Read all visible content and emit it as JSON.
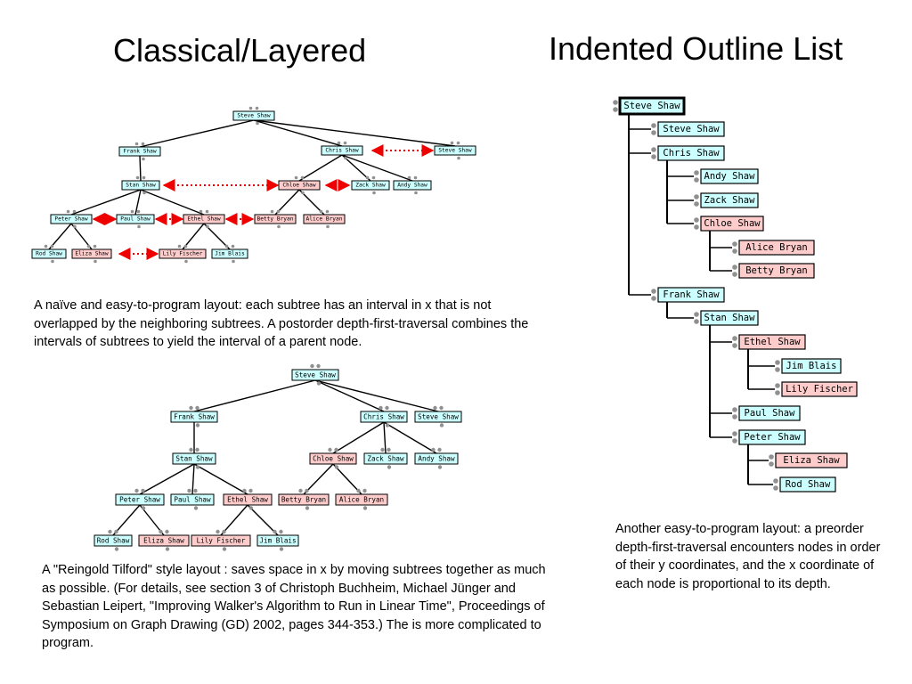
{
  "titles": {
    "left": "Classical/Layered",
    "right": "Indented Outline List"
  },
  "captions": {
    "classical": "A naïve and easy-to-program layout: each subtree has an interval in x that is not overlapped by the neighboring subtrees.  A postorder depth-first-traversal combines the intervals of subtrees to yield the interval of a parent node.",
    "reingold": "A \"Reingold Tilford\" style layout : saves space in x by moving subtrees together as much as possible. (For details, see section 3 of Christoph Buchheim, Michael Jünger and Sebastian Leipert, \"Improving Walker's Algorithm to Run in Linear Time\", Proceedings of Symposium on Graph Drawing (GD) 2002, pages 344-353.)  The is more complicated to program.",
    "outline": "Another easy-to-program layout: a preorder depth-first-traversal encounters nodes in order of their y coordinates, and the x coordinate of each node is proportional to its depth."
  },
  "colors": {
    "male_fill": "#ccffff",
    "female_fill": "#ffcccc",
    "arrow": "#ee0000",
    "line": "#000000",
    "dot": "#909090"
  },
  "trees": {
    "classical": [
      {
        "id": "c_root",
        "label": "Steve Shaw",
        "sex": "m"
      },
      {
        "id": "c_frank",
        "label": "Frank Shaw",
        "sex": "m",
        "parent": "c_root"
      },
      {
        "id": "c_chris",
        "label": "Chris Shaw",
        "sex": "m",
        "parent": "c_root"
      },
      {
        "id": "c_steve2",
        "label": "Steve Shaw",
        "sex": "m",
        "parent": "c_root"
      },
      {
        "id": "c_stan",
        "label": "Stan Shaw",
        "sex": "m",
        "parent": "c_frank"
      },
      {
        "id": "c_chloe",
        "label": "Chloe Shaw",
        "sex": "f",
        "parent": "c_chris"
      },
      {
        "id": "c_zack",
        "label": "Zack Shaw",
        "sex": "m",
        "parent": "c_chris"
      },
      {
        "id": "c_andy",
        "label": "Andy Shaw",
        "sex": "m",
        "parent": "c_chris"
      },
      {
        "id": "c_peter",
        "label": "Peter Shaw",
        "sex": "m",
        "parent": "c_stan"
      },
      {
        "id": "c_paul",
        "label": "Paul Shaw",
        "sex": "m",
        "parent": "c_stan"
      },
      {
        "id": "c_ethel",
        "label": "Ethel Shaw",
        "sex": "f",
        "parent": "c_stan"
      },
      {
        "id": "c_betty",
        "label": "Betty Bryan",
        "sex": "f",
        "parent": "c_chloe"
      },
      {
        "id": "c_alice",
        "label": "Alice Bryan",
        "sex": "f",
        "parent": "c_chloe"
      },
      {
        "id": "c_rod",
        "label": "Rod Shaw",
        "sex": "m",
        "parent": "c_peter"
      },
      {
        "id": "c_eliza",
        "label": "Eliza Shaw",
        "sex": "f",
        "parent": "c_peter"
      },
      {
        "id": "c_lily",
        "label": "Lily Fischer",
        "sex": "f",
        "parent": "c_ethel"
      },
      {
        "id": "c_jim",
        "label": "Jim Blais",
        "sex": "m",
        "parent": "c_ethel"
      }
    ],
    "reingold": [
      {
        "id": "r_root",
        "label": "Steve Shaw",
        "sex": "m"
      },
      {
        "id": "r_frank",
        "label": "Frank Shaw",
        "sex": "m",
        "parent": "r_root"
      },
      {
        "id": "r_chris",
        "label": "Chris Shaw",
        "sex": "m",
        "parent": "r_root"
      },
      {
        "id": "r_steve2",
        "label": "Steve Shaw",
        "sex": "m",
        "parent": "r_root"
      },
      {
        "id": "r_stan",
        "label": "Stan Shaw",
        "sex": "m",
        "parent": "r_frank"
      },
      {
        "id": "r_chloe",
        "label": "Chloe Shaw",
        "sex": "f",
        "parent": "r_chris"
      },
      {
        "id": "r_zack",
        "label": "Zack Shaw",
        "sex": "m",
        "parent": "r_chris"
      },
      {
        "id": "r_andy",
        "label": "Andy Shaw",
        "sex": "m",
        "parent": "r_chris"
      },
      {
        "id": "r_peter",
        "label": "Peter Shaw",
        "sex": "m",
        "parent": "r_stan"
      },
      {
        "id": "r_paul",
        "label": "Paul Shaw",
        "sex": "m",
        "parent": "r_stan"
      },
      {
        "id": "r_ethel",
        "label": "Ethel Shaw",
        "sex": "f",
        "parent": "r_stan"
      },
      {
        "id": "r_betty",
        "label": "Betty Bryan",
        "sex": "f",
        "parent": "r_chloe"
      },
      {
        "id": "r_alice",
        "label": "Alice Bryan",
        "sex": "f",
        "parent": "r_chloe"
      },
      {
        "id": "r_rod",
        "label": "Rod Shaw",
        "sex": "m",
        "parent": "r_peter"
      },
      {
        "id": "r_eliza",
        "label": "Eliza Shaw",
        "sex": "f",
        "parent": "r_peter"
      },
      {
        "id": "r_lily",
        "label": "Lily Fischer",
        "sex": "f",
        "parent": "r_ethel"
      },
      {
        "id": "r_jim",
        "label": "Jim Blais",
        "sex": "m",
        "parent": "r_ethel"
      }
    ],
    "outline": [
      {
        "id": "o_root",
        "label": "Steve Shaw",
        "sex": "m",
        "depth": 0
      },
      {
        "id": "o_steve2",
        "label": "Steve Shaw",
        "sex": "m",
        "depth": 1,
        "parent": "o_root"
      },
      {
        "id": "o_chris",
        "label": "Chris Shaw",
        "sex": "m",
        "depth": 1,
        "parent": "o_root"
      },
      {
        "id": "o_andy",
        "label": "Andy Shaw",
        "sex": "m",
        "depth": 2,
        "parent": "o_chris"
      },
      {
        "id": "o_zack",
        "label": "Zack Shaw",
        "sex": "m",
        "depth": 2,
        "parent": "o_chris"
      },
      {
        "id": "o_chloe",
        "label": "Chloe Shaw",
        "sex": "f",
        "depth": 2,
        "parent": "o_chris"
      },
      {
        "id": "o_alice",
        "label": "Alice Bryan",
        "sex": "f",
        "depth": 3,
        "parent": "o_chloe"
      },
      {
        "id": "o_betty",
        "label": "Betty Bryan",
        "sex": "f",
        "depth": 3,
        "parent": "o_chloe"
      },
      {
        "id": "o_frank",
        "label": "Frank Shaw",
        "sex": "m",
        "depth": 1,
        "parent": "o_root"
      },
      {
        "id": "o_stan",
        "label": "Stan Shaw",
        "sex": "m",
        "depth": 2,
        "parent": "o_frank"
      },
      {
        "id": "o_ethel",
        "label": "Ethel Shaw",
        "sex": "f",
        "depth": 3,
        "parent": "o_stan"
      },
      {
        "id": "o_jim",
        "label": "Jim Blais",
        "sex": "m",
        "depth": 4,
        "parent": "o_ethel"
      },
      {
        "id": "o_lily",
        "label": "Lily Fischer",
        "sex": "f",
        "depth": 4,
        "parent": "o_ethel"
      },
      {
        "id": "o_paul",
        "label": "Paul Shaw",
        "sex": "m",
        "depth": 3,
        "parent": "o_stan"
      },
      {
        "id": "o_peter",
        "label": "Peter Shaw",
        "sex": "m",
        "depth": 3,
        "parent": "o_stan"
      },
      {
        "id": "o_eliza",
        "label": "Eliza Shaw",
        "sex": "f",
        "depth": 4,
        "parent": "o_peter"
      },
      {
        "id": "o_rod",
        "label": "Rod Shaw",
        "sex": "m",
        "depth": 4,
        "parent": "o_peter"
      }
    ]
  }
}
